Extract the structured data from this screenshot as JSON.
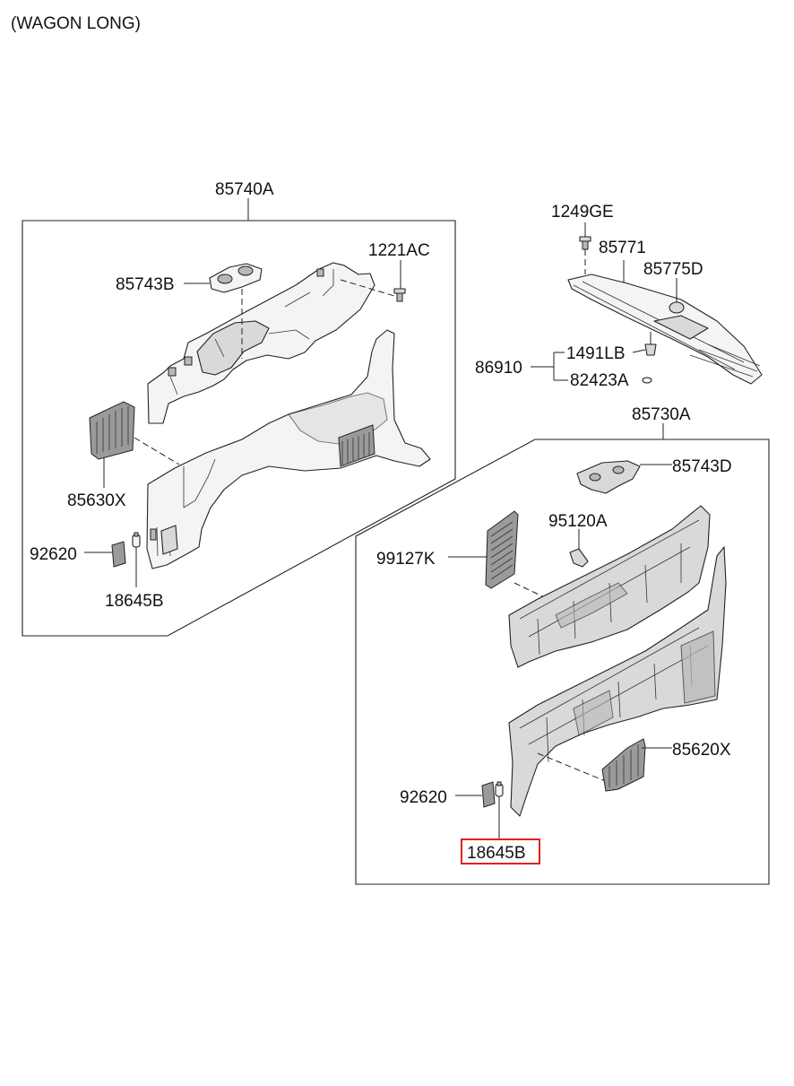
{
  "title": "(WAGON LONG)",
  "labels": {
    "l85740A": "85740A",
    "l1221AC": "1221AC",
    "l85743B": "85743B",
    "l85630X": "85630X",
    "l92620a": "92620",
    "l18645Ba": "18645B",
    "l1249GE": "1249GE",
    "l85771": "85771",
    "l85775D": "85775D",
    "l1491LB": "1491LB",
    "l86910": "86910",
    "l82423A": "82423A",
    "l85730A": "85730A",
    "l85743D": "85743D",
    "l95120A": "95120A",
    "l99127K": "99127K",
    "l85620X": "85620X",
    "l92620b": "92620",
    "l18645Bb": "18645B"
  },
  "highlight": {
    "part": "18645B",
    "color": "#e02020"
  }
}
